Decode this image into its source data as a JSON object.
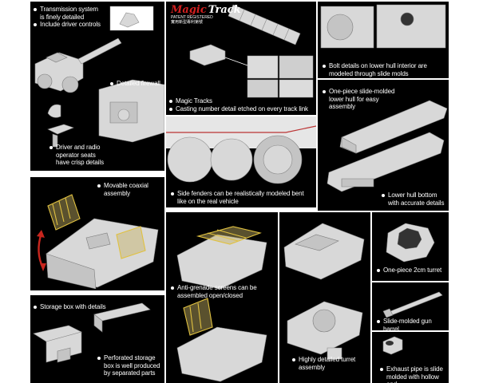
{
  "panels": {
    "p1": {
      "lines": [
        "Transmission system\nis finely detailed",
        "Include driver controls"
      ],
      "firewall": "Detailed firewall",
      "seats": "Driver and radio\noperator seats\nhave crisp details"
    },
    "p2": {
      "logo_main": "Magic",
      "logo_sub": "Track",
      "logo_line1": "PATENT REGISTERED",
      "logo_line2": "實用新型專利第號",
      "lines": [
        "Magic Tracks",
        "Casting number detail etched on every track link"
      ]
    },
    "p3": {
      "caption": "Bolt details on lower hull interior are\nmodeled through slide molds"
    },
    "p4": {
      "caption": "Side fenders can be realistically modeled bent\nlike on the real vehicle"
    },
    "p5": {
      "top": "One-piece slide-molded\nlower hull for easy\nassembly",
      "bottom": "Lower hull bottom\nwith accurate details"
    },
    "p6": {
      "caption": "Movable coaxial\nassembly"
    },
    "p7": {
      "caption": "Anti-grenade screens can be\nassembled open/closed"
    },
    "p8": {
      "caption": "Highly detailed turret\nassembly"
    },
    "p9": {
      "caption": "One-piece 2cm turret"
    },
    "p10": {
      "caption": "Slide-molded gun barrel"
    },
    "p11": {
      "caption": "Exhaust pipe is slide\nmolded with hollow end"
    },
    "p12": {
      "top": "Storage box with details",
      "bottom": "Perforated storage\nbox is well produced\nby separated parts"
    }
  },
  "colors": {
    "panel_bg": "#000000",
    "page_bg": "#ffffff",
    "caption": "#ffffff",
    "mesh": "#e0c140",
    "logo_red": "#d21f1f",
    "arrow_red": "#c8261e"
  }
}
